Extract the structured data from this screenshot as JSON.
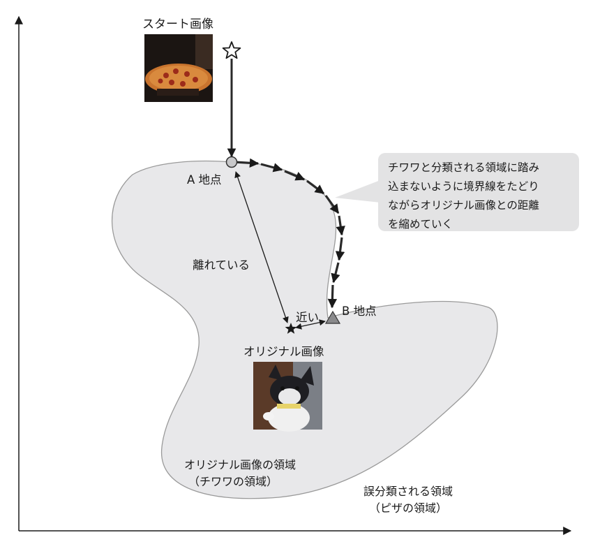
{
  "labels": {
    "start_image": "スタート画像",
    "point_a": "A 地点",
    "point_b": "B 地点",
    "far": "離れている",
    "near": "近い",
    "original_image": "オリジナル画像",
    "original_region": [
      "オリジナル画像の領域",
      "（チワワの領域）"
    ],
    "misclassified_region": [
      "誤分類される領域",
      "（ピザの領域）"
    ]
  },
  "callout": {
    "lines": [
      "チワワと分類される領域に踏み",
      "込まないように境界線をたどり",
      "ながらオリジナル画像との距離",
      "を縮めていく"
    ]
  },
  "colors": {
    "region_fill": "#e8e8ea",
    "region_stroke": "#9a9a9a",
    "callout_bg": "#e3e3e4",
    "arrow": "#2a2a2a",
    "point_a_fill": "#c8c8ca"
  }
}
